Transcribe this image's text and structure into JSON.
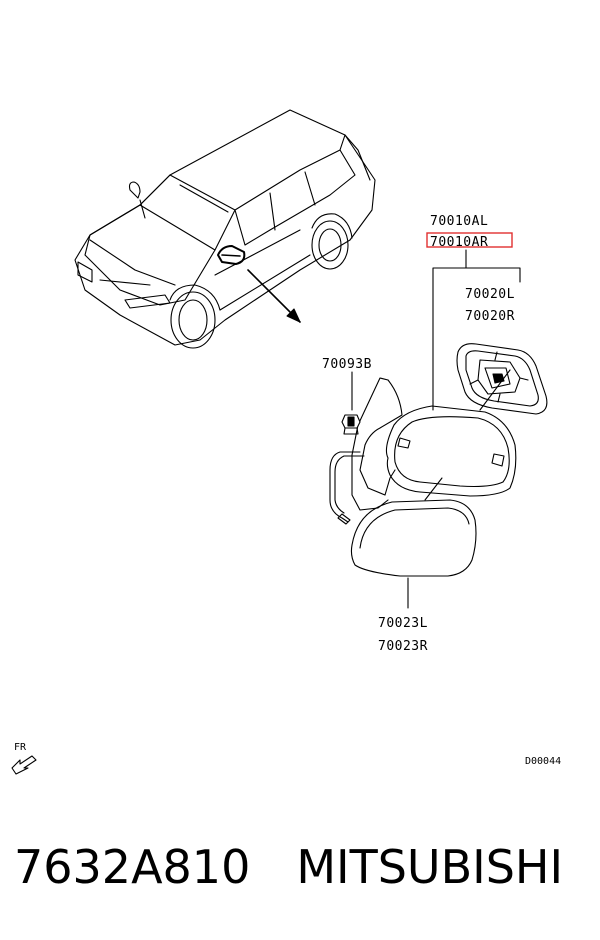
{
  "labels": {
    "mirror_assy_l": "70010AL",
    "mirror_assy_r": "70010AR",
    "glass_l": "70020L",
    "glass_r": "70020R",
    "clip": "70093B",
    "cover_l": "70023L",
    "cover_r": "70023R",
    "front_indicator": "FR",
    "diagram_code": "D00044"
  },
  "footer": {
    "part_number": "7632A810",
    "brand": "MITSUBISHI"
  },
  "highlight_color": "#e03030"
}
